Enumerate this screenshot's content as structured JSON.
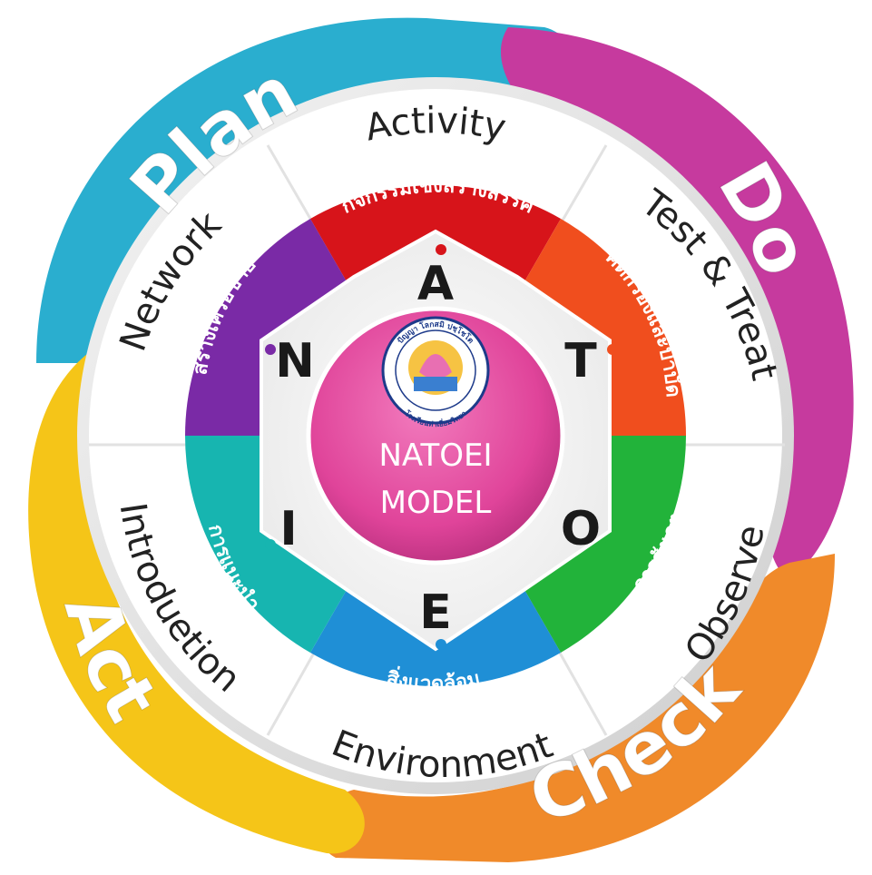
{
  "pdca": {
    "plan": "Plan",
    "do": "Do",
    "check": "Check",
    "act": "Act"
  },
  "ring": {
    "activity": "Activity",
    "test_treat": "Test & Treat",
    "observe": "Observe",
    "environment": "Environment",
    "introduction": "Introduetion",
    "network": "Network"
  },
  "segments": {
    "activity_th": "กิจกรรมเชิงสร้างสรรค์",
    "test_treat_th": "คัดกรองและบำบัด",
    "observe_th": "การสังเกต",
    "environment_th": "สิ่งแวดล้อม",
    "introduction_th": "การแนะนำ",
    "network_th": "สร้างเครือข่าย"
  },
  "letters": {
    "a": "A",
    "t": "T",
    "o": "O",
    "e": "E",
    "i": "I",
    "n": "N"
  },
  "center": {
    "line1": "NATOEI",
    "line2": "MODEL"
  },
  "seal": {
    "top": "ปัญญา โลกสมิ ปชฺโชโต",
    "bottom": "โรงเรียนท่าเยี่ยมวิทยา"
  },
  "colors": {
    "plan": "#2aaecf",
    "do": "#c63a9e",
    "check": "#f08a2a",
    "act": "#f5c518",
    "activity": "#d7141a",
    "test_treat": "#f04e1e",
    "observe": "#22b33a",
    "environment": "#1f8fd6",
    "introduction": "#17b5b0",
    "network": "#7a2aa6",
    "center": "#e0449a"
  }
}
